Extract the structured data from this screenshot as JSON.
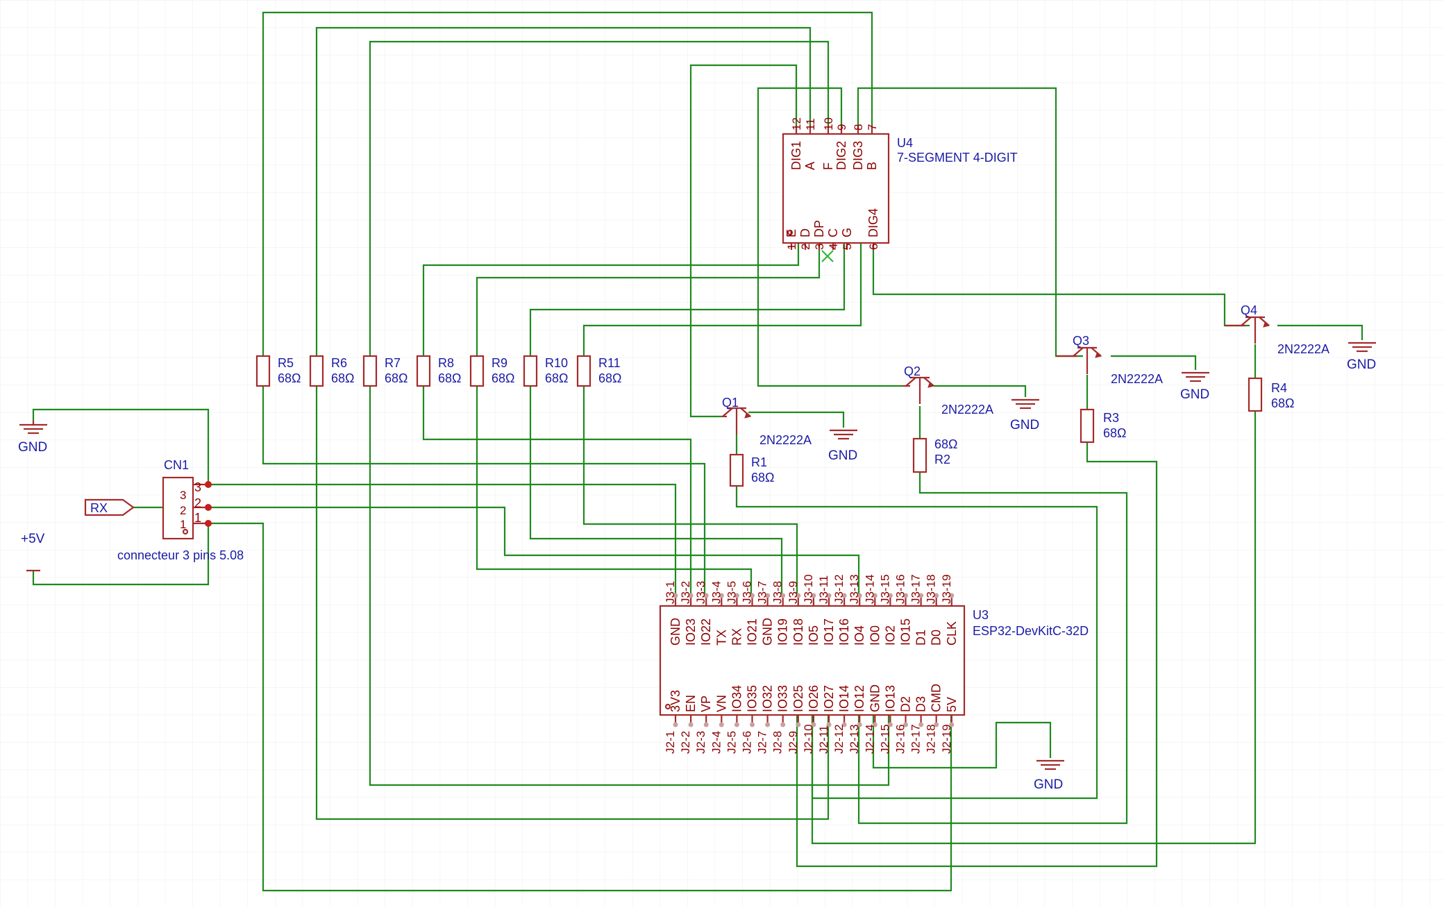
{
  "resistors": [
    {
      "ref": "R5",
      "value": "68Ω"
    },
    {
      "ref": "R6",
      "value": "68Ω"
    },
    {
      "ref": "R7",
      "value": "68Ω"
    },
    {
      "ref": "R8",
      "value": "68Ω"
    },
    {
      "ref": "R9",
      "value": "68Ω"
    },
    {
      "ref": "R10",
      "value": "68Ω"
    },
    {
      "ref": "R11",
      "value": "68Ω"
    },
    {
      "ref": "R1",
      "value": "68Ω"
    },
    {
      "ref": "R2",
      "value": "68Ω"
    },
    {
      "ref": "R3",
      "value": "68Ω"
    },
    {
      "ref": "R4",
      "value": "68Ω"
    }
  ],
  "transistors": [
    {
      "ref": "Q1",
      "value": "2N2222A"
    },
    {
      "ref": "Q2",
      "value": "2N2222A"
    },
    {
      "ref": "Q3",
      "value": "2N2222A"
    },
    {
      "ref": "Q4",
      "value": "2N2222A"
    }
  ],
  "gnd_label": "GND",
  "power_label": "+5V",
  "rx_label": "RX",
  "connector": {
    "ref": "CN1",
    "value": "connecteur 3 pins 5.08",
    "pins": [
      "3",
      "2",
      "1"
    ]
  },
  "display": {
    "ref": "U4",
    "value": "7-SEGMENT 4-DIGIT",
    "top_pin_numbers": [
      "12",
      "11",
      "10",
      "9",
      "8",
      "7"
    ],
    "top_pin_names": [
      "DIG1",
      "A",
      "F",
      "DIG2",
      "DIG3",
      "B"
    ],
    "bottom_pin_numbers": [
      "1",
      "2",
      "3",
      "4",
      "5",
      "6"
    ],
    "bottom_pin_names": [
      "E",
      "D",
      "DP",
      "C",
      "G",
      "DIG4"
    ]
  },
  "esp32": {
    "ref": "U3",
    "value": "ESP32-DevKitC-32D",
    "top_pin_numbers": [
      "J3-1",
      "J3-2",
      "J3-3",
      "J3-4",
      "J3-5",
      "J3-6",
      "J3-7",
      "J3-8",
      "J3-9",
      "J3-10",
      "J3-11",
      "J3-12",
      "J3-13",
      "J3-14",
      "J3-15",
      "J3-16",
      "J3-17",
      "J3-18",
      "J3-19"
    ],
    "top_pin_names": [
      "GND",
      "IO23",
      "IO22",
      "TX",
      "RX",
      "IO21",
      "GND",
      "IO19",
      "IO18",
      "IO5",
      "IO17",
      "IO16",
      "IO4",
      "IO0",
      "IO2",
      "IO15",
      "D1",
      "D0",
      "CLK"
    ],
    "bottom_pin_names": [
      "3V3",
      "EN",
      "VP",
      "VN",
      "IO34",
      "IO35",
      "IO32",
      "IO33",
      "IO25",
      "IO26",
      "IO27",
      "IO14",
      "IO12",
      "GND",
      "IO13",
      "D2",
      "D3",
      "CMD",
      "5V"
    ],
    "bottom_pin_numbers": [
      "J2-1",
      "J2-2",
      "J2-3",
      "J2-4",
      "J2-5",
      "J2-6",
      "J2-7",
      "J2-8",
      "J2-9",
      "J2-10",
      "J2-11",
      "J2-12",
      "J2-13",
      "J2-14",
      "J2-15",
      "J2-16",
      "J2-17",
      "J2-18",
      "J2-19"
    ]
  }
}
